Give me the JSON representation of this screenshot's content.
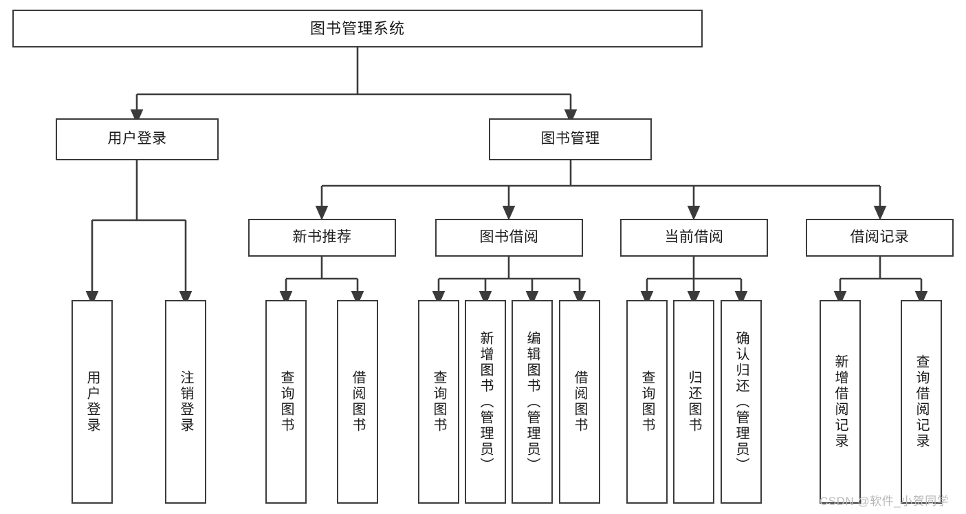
{
  "diagram": {
    "title": "图书管理系统",
    "type": "tree-hierarchy-chart",
    "stroke_color": "#3b3b3b",
    "text_color": "#1a1a1a",
    "background_color": "#ffffff",
    "root": {
      "label": "图书管理系统"
    },
    "level2": [
      {
        "label": "用户登录"
      },
      {
        "label": "图书管理"
      }
    ],
    "level3": [
      {
        "label": "新书推荐"
      },
      {
        "label": "图书借阅"
      },
      {
        "label": "当前借阅"
      },
      {
        "label": "借阅记录"
      }
    ],
    "leaves": {
      "user_login": [
        {
          "label": "用户登录"
        },
        {
          "label": "注销登录"
        }
      ],
      "new_book_recommend": [
        {
          "label": "查询图书"
        },
        {
          "label": "借阅图书"
        }
      ],
      "book_borrow": [
        {
          "label": "查询图书"
        },
        {
          "label": "新增图书（管理员）"
        },
        {
          "label": "编辑图书（管理员）"
        },
        {
          "label": "借阅图书"
        }
      ],
      "current_borrow": [
        {
          "label": "查询图书"
        },
        {
          "label": "归还图书"
        },
        {
          "label": "确认归还（管理员）"
        }
      ],
      "borrow_record": [
        {
          "label": "新增借阅记录"
        },
        {
          "label": "查询借阅记录"
        }
      ]
    }
  },
  "watermark": {
    "text": "CSDN @软件_小贺同学"
  }
}
